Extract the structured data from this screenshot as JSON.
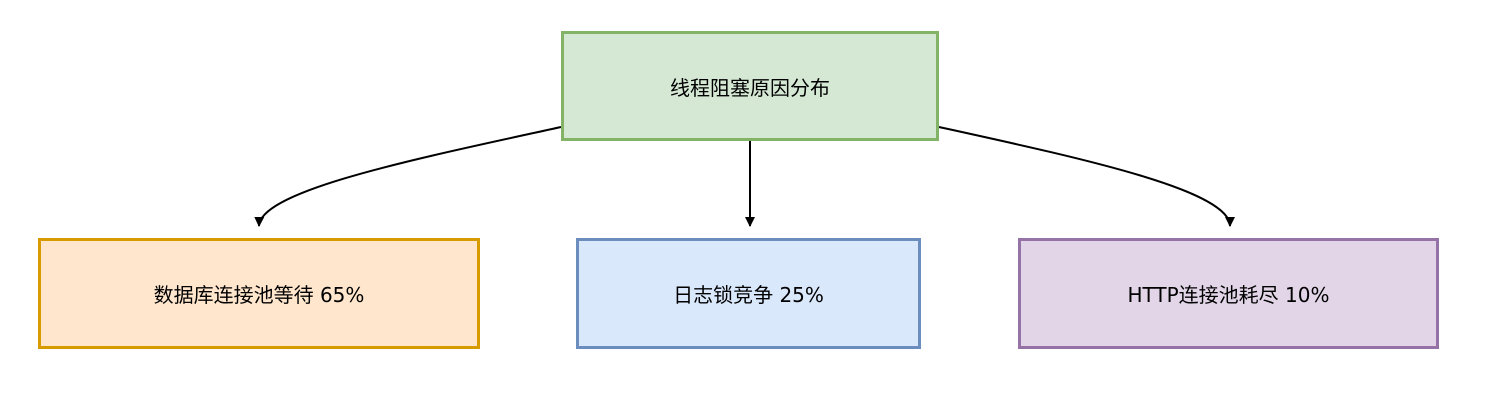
{
  "diagram": {
    "root": {
      "label": "线程阻塞原因分布",
      "fill": "#d5e8d4",
      "stroke": "#82b366"
    },
    "children": [
      {
        "label": "数据库连接池等待 65%",
        "fill": "#ffe6cc",
        "stroke": "#d79b00"
      },
      {
        "label": "日志锁竞争 25%",
        "fill": "#dae8fc",
        "stroke": "#6c8ebf"
      },
      {
        "label": "HTTP连接池耗尽 10%",
        "fill": "#e1d5e7",
        "stroke": "#9673a6"
      }
    ],
    "edge_color": "#000000"
  }
}
